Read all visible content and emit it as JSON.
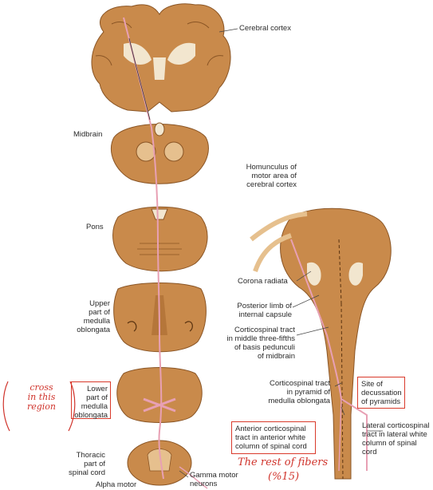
{
  "labels": {
    "cerebral_cortex": "Cerebral cortex",
    "midbrain": "Midbrain",
    "pons": "Pons",
    "upper_medulla": [
      "Upper",
      "part of",
      "medulla",
      "oblongata"
    ],
    "lower_medulla": [
      "Lower",
      "part of",
      "medulla",
      "oblongata"
    ],
    "thoracic": [
      "Thoracic",
      "part of",
      "spinal cord"
    ],
    "alpha_motor": "Alpha motor",
    "gamma_motor": [
      "Gamma motor",
      "neurons"
    ],
    "homunculus": [
      "Homunculus of",
      "motor area of",
      "cerebral cortex"
    ],
    "corona_radiata": "Corona radiata",
    "posterior_limb": [
      "Posterior limb of",
      "internal capsule"
    ],
    "cst_middle": [
      "Corticospinal tract",
      "in middle three-fifths",
      "of basis pedunculi",
      "of midbrain"
    ],
    "cst_pyramid": [
      "Corticospinal tract",
      "in pyramid of",
      "medulla oblongata"
    ],
    "decussation": [
      "Site of",
      "decussation",
      "of pyramids"
    ],
    "anterior_cst": [
      "Anterior corticospinal",
      "tract in anterior white",
      "column of spinal cord"
    ],
    "lateral_cst": [
      "Lateral corticospinal",
      "tract in lateral white",
      "column of spinal cord"
    ]
  },
  "annotations": {
    "cross_note": [
      "cross",
      "in this",
      "region"
    ],
    "rest_note": "The rest of fibers",
    "percent_note": "(%15)"
  },
  "colors": {
    "tissue": "#c98a4b",
    "tissue_dark": "#a8692f",
    "tract": "#e8a0b4",
    "highlight_box": "#d93a2b",
    "handwriting": "#d0342c"
  }
}
